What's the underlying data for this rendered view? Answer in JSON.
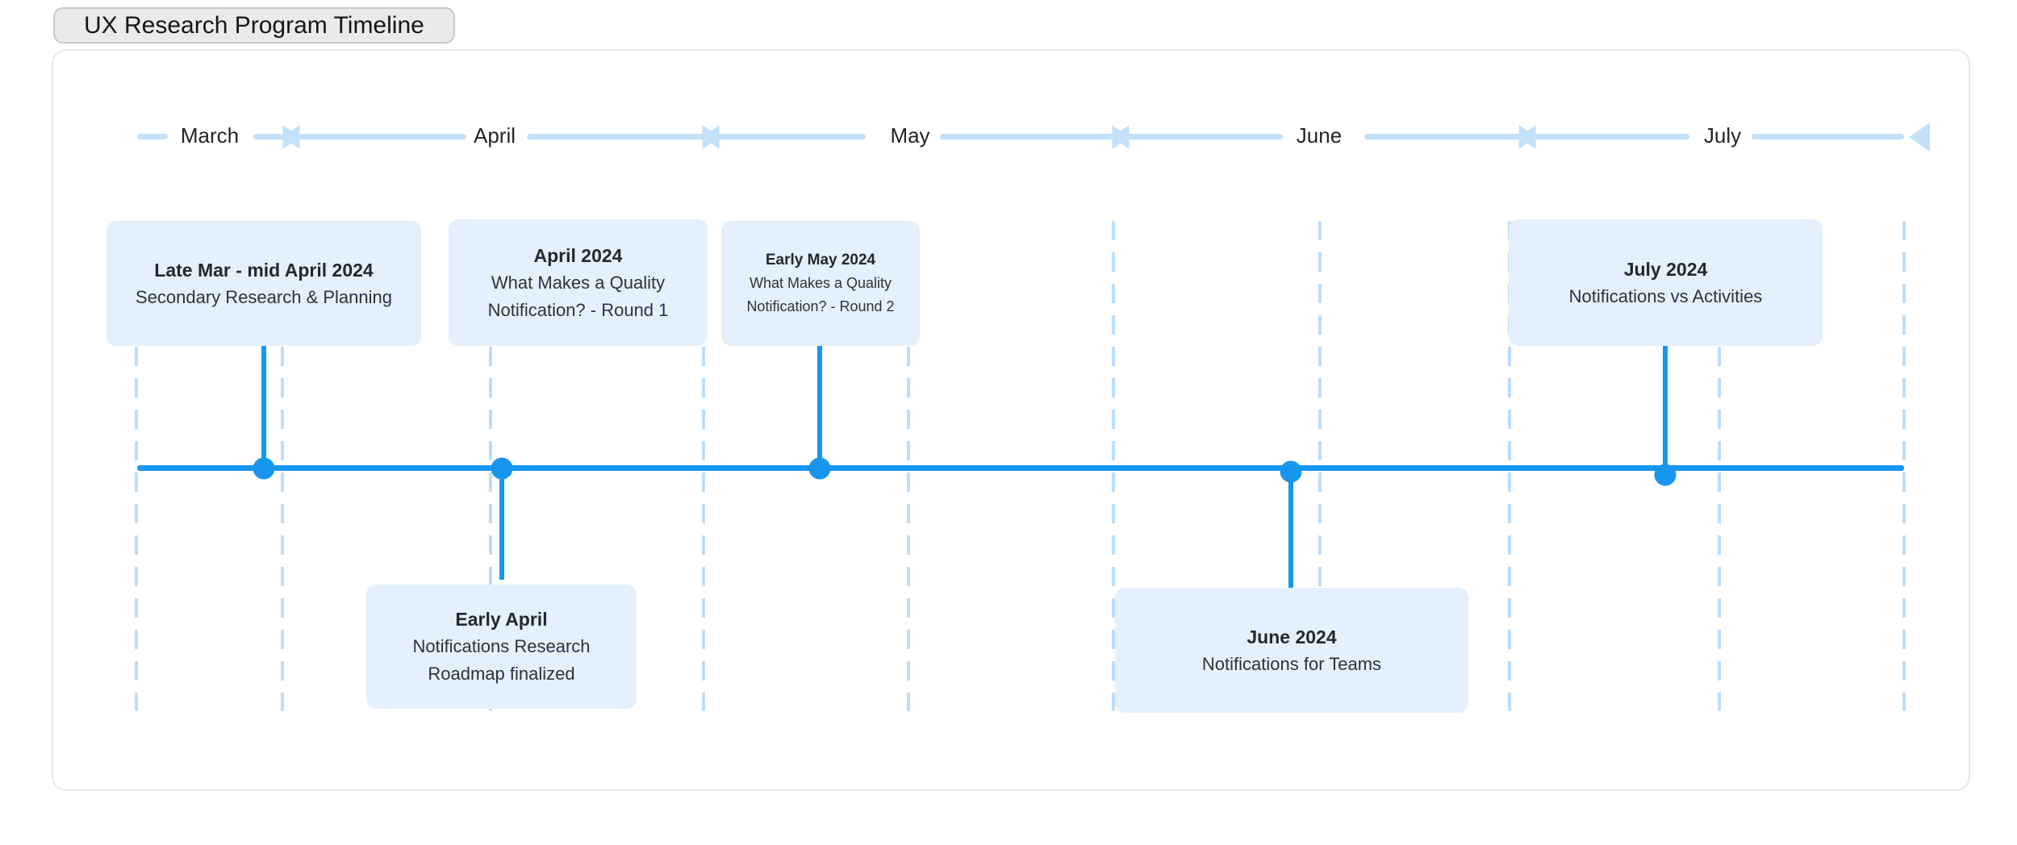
{
  "badge": {
    "label": "UX Research Program Timeline"
  },
  "axis": {
    "months": [
      "March",
      "April",
      "May",
      "June",
      "July"
    ]
  },
  "events": [
    {
      "id": "late-mar",
      "period": "Late Mar - mid April 2024",
      "description": "Secondary Research & Planning",
      "side": "above"
    },
    {
      "id": "early-april",
      "period": "Early April",
      "description": "Notifications Research Roadmap finalized",
      "side": "below"
    },
    {
      "id": "april",
      "period": "April 2024",
      "description": "What Makes a Quality Notification? - Round 1",
      "side": "above"
    },
    {
      "id": "early-may",
      "period": "Early May 2024",
      "description": "What Makes a Quality Notification? - Round 2",
      "side": "above"
    },
    {
      "id": "june",
      "period": "June 2024",
      "description": "Notifications for Teams",
      "side": "below"
    },
    {
      "id": "july",
      "period": "July 2024",
      "description": "Notifications vs Activities",
      "side": "above"
    }
  ],
  "colors": {
    "timeline_blue": "#1796F0",
    "axis_light_blue": "#C3E1F8",
    "gridline_blue": "#BEDDF7",
    "card_background": "#E4F1FC"
  }
}
